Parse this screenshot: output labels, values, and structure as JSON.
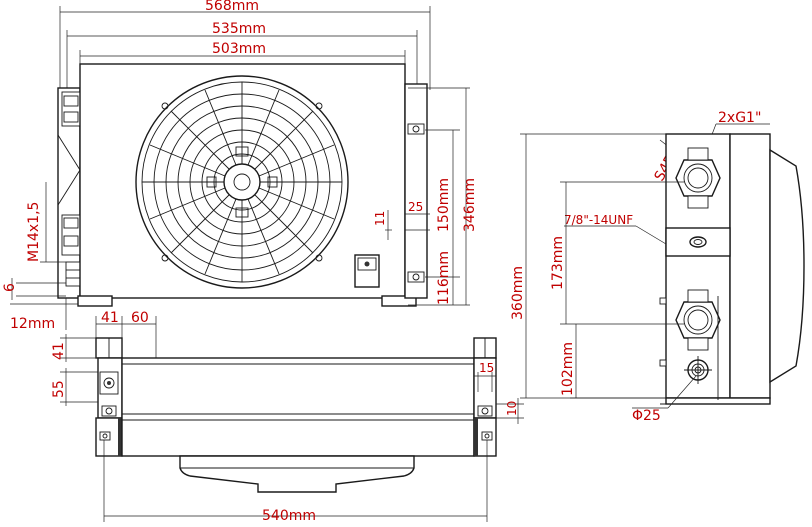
{
  "front_view": {
    "dims": {
      "overall_width": "568mm",
      "mount_width": "535mm",
      "core_width": "503mm",
      "upper_height": "150mm",
      "total_height": "346mm",
      "lower_height": "116mm",
      "small_11": "11",
      "small_25": "25",
      "thread": "M14x1,5",
      "small_6": "6",
      "bottom_12": "12mm"
    }
  },
  "bottom_view": {
    "dims": {
      "left_41": "41",
      "left_60": "60",
      "side_41": "41",
      "side_55": "55",
      "small_15": "15",
      "small_10": "10",
      "bottom_width": "540mm"
    }
  },
  "side_view": {
    "dims": {
      "ports": "2xG1\"",
      "s45": "S45",
      "unf": "7/8\"-14UNF",
      "h173": "173mm",
      "h360": "360mm",
      "h102": "102mm",
      "phi25": "Φ25"
    }
  }
}
